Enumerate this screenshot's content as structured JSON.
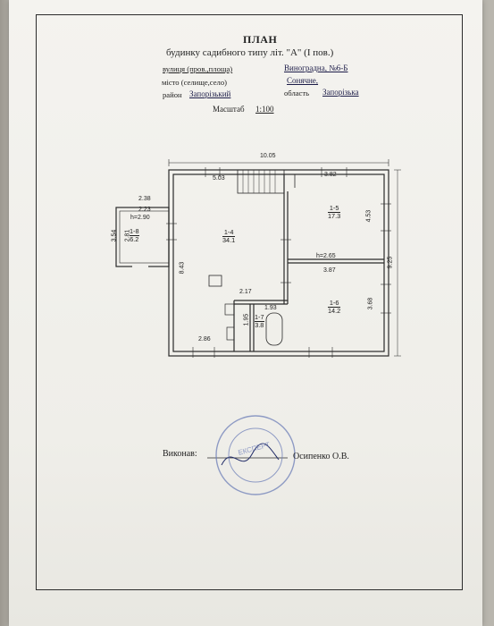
{
  "header": {
    "title": "ПЛАН",
    "subtitle": "будинку садибного типу літ. \"А\" (І пов.)"
  },
  "address": {
    "street_label": "вулиця (пров.,площа)",
    "street_value": "Виноградна, №6-Б",
    "city_label": "місто (селище,село)",
    "city_value": "Сонячне,",
    "district_label": "район",
    "district_value": "Запорізький",
    "region_label": "область",
    "region_value": "Запорізька"
  },
  "scale": {
    "label": "Масштаб",
    "value": "1:100"
  },
  "dimensions": {
    "total_width": "10.05",
    "top_left": "5.03",
    "top_right": "3.82",
    "right_upper": "4.53",
    "right_total": "9.25",
    "right_lower": "3.68",
    "left_total": "8.43",
    "bottom_left": "2.86",
    "ext_width_top": "2.38",
    "ext_width": "2.23",
    "ext_height": "h=2.90",
    "ext_outer": "3.54",
    "ext_inner": "2.81",
    "corridor_width": "2.17",
    "bath_width": "1.93",
    "bath_height": "1.95",
    "room_height": "h=2.65",
    "mid_right": "3.87"
  },
  "rooms": [
    {
      "id": "1-4",
      "area": "34.1"
    },
    {
      "id": "1-5",
      "area": "17.3"
    },
    {
      "id": "1-6",
      "area": "14.2"
    },
    {
      "id": "1-7",
      "area": "3.8"
    },
    {
      "id": "1-8",
      "area": "6.2"
    }
  ],
  "signature": {
    "label": "Виконав:",
    "name": "Осипенко О.В."
  },
  "stamp": {
    "text": "ЕКСПЕРТ"
  },
  "colors": {
    "ink": "#222222",
    "stamp": "#6e7fb8",
    "paper": "#f1f0ec"
  }
}
